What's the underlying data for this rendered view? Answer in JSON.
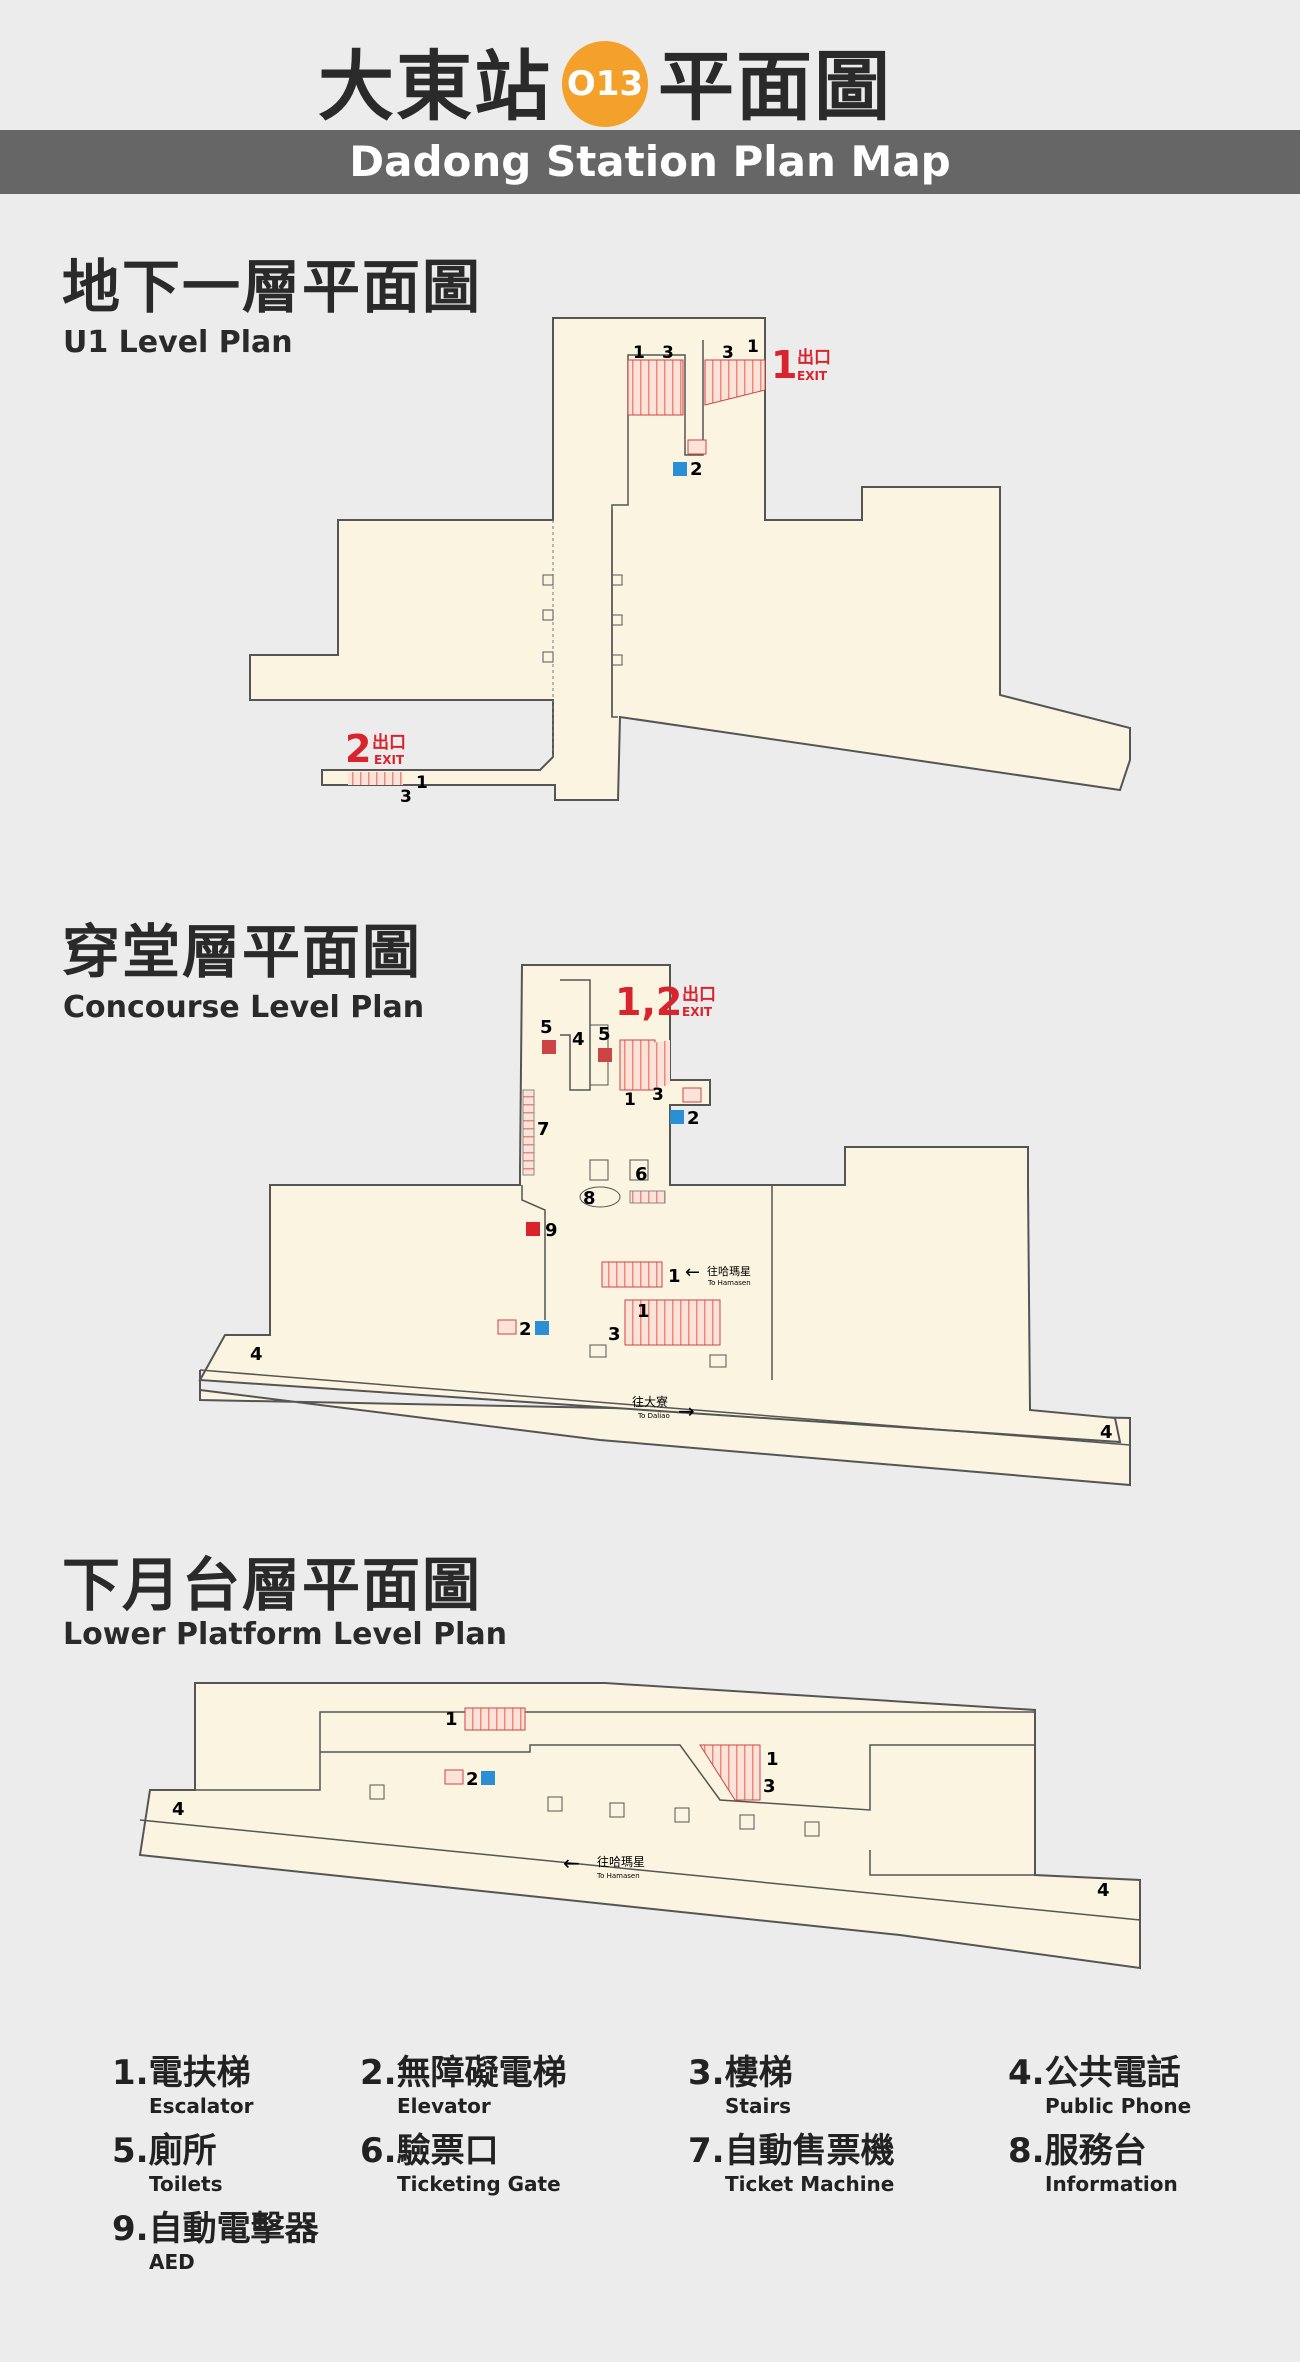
{
  "header": {
    "title_left": "大東站",
    "station_code": "O13",
    "title_right": "平面圖",
    "title_en": "Dadong Station Plan Map"
  },
  "sections": [
    {
      "title_zh": "地下一層平面圖",
      "title_en": "U1 Level Plan"
    },
    {
      "title_zh": "穿堂層平面圖",
      "title_en": "Concourse Level Plan"
    },
    {
      "title_zh": "下月台層平面圖",
      "title_en": "Lower Platform Level Plan"
    }
  ],
  "map_labels": {
    "exit_zh": "出口",
    "exit_en": "EXIT",
    "u1_exit1_num": "1",
    "u1_exit2_num": "2",
    "concourse_exit_num": "1,2",
    "to_hamasen_zh": "往哈瑪星",
    "to_hamasen_en": "To Hamasen",
    "to_dadiao_zh": "往大寮",
    "to_dadiao_en": "To Daliao"
  },
  "legend": [
    {
      "num": "1.",
      "zh": "電扶梯",
      "en": "Escalator"
    },
    {
      "num": "2.",
      "zh": "無障礙電梯",
      "en": "Elevator"
    },
    {
      "num": "3.",
      "zh": "樓梯",
      "en": "Stairs"
    },
    {
      "num": "4.",
      "zh": "公共電話",
      "en": "Public Phone"
    },
    {
      "num": "5.",
      "zh": "廁所",
      "en": "Toilets"
    },
    {
      "num": "6.",
      "zh": "驗票口",
      "en": "Ticketing Gate"
    },
    {
      "num": "7.",
      "zh": "自動售票機",
      "en": "Ticket Machine"
    },
    {
      "num": "8.",
      "zh": "服務台",
      "en": "Information"
    },
    {
      "num": "9.",
      "zh": "自動電擊器",
      "en": "AED"
    }
  ],
  "colors": {
    "floor": "#fbf4e1",
    "wall": "#555555",
    "exit_red": "#d9232d",
    "badge": "#f3a12b",
    "bar": "#666666",
    "stairs": "#e98a7a",
    "elevator": "#2b8fd6"
  }
}
